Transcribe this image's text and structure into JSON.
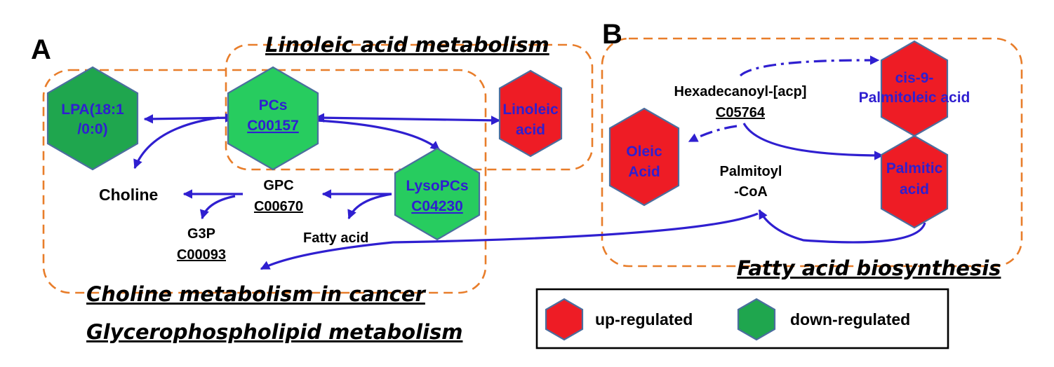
{
  "panels": {
    "a": "A",
    "b": "B"
  },
  "pathways": {
    "linoleic": "Linoleic acid metabolism",
    "choline": "Choline metabolism in cancer",
    "glycero": "Glycerophospholipid metabolism",
    "fatty": "Fatty acid biosynthesis"
  },
  "nodes": {
    "lpa": {
      "line1": "LPA(18:1",
      "line2": "/0:0)",
      "status": "down"
    },
    "pcs": {
      "name": "PCs",
      "id": "C00157",
      "status": "down"
    },
    "linoleic_acid": {
      "line1": "Linoleic",
      "line2": "acid",
      "status": "up"
    },
    "lysopcs": {
      "name": "LysoPCs",
      "id": "C04230",
      "status": "down"
    },
    "cis9": {
      "line1": "cis-9-",
      "line2": "Palmitoleic acid",
      "status": "up"
    },
    "oleic": {
      "line1": "Oleic",
      "line2": "Acid",
      "status": "up"
    },
    "palmitic": {
      "line1": "Palmitic",
      "line2": "acid",
      "status": "up"
    }
  },
  "metabolites": {
    "choline": "Choline",
    "gpc": {
      "name": "GPC",
      "id": "C00670"
    },
    "g3p": {
      "name": "G3P",
      "id": "C00093"
    },
    "fatty_acid": "Fatty acid",
    "hexadecanoyl": {
      "name": "Hexadecanoyl-[acp]",
      "id": "C05764"
    },
    "palmitoyl": {
      "line1": "Palmitoyl",
      "line2": "-CoA"
    }
  },
  "legend": {
    "up": "up-regulated",
    "down": "down-regulated"
  },
  "colors": {
    "up_fill": "#ee1c25",
    "down_fill": "#1fa64e",
    "down_fill_light": "#27cc5f",
    "hex_stroke": "#4b6e9e",
    "arrow": "#2f1fd0",
    "box": "#e87d2a"
  }
}
